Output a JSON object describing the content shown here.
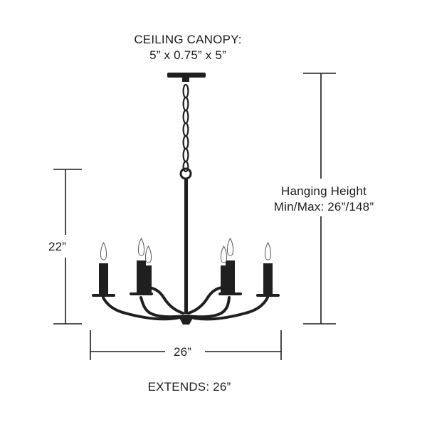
{
  "canopy": {
    "title": "CEILING CANOPY:",
    "dimensions": "5” x 0.75” x 5”"
  },
  "hanging_height": {
    "title": "Hanging Height",
    "dimensions": "Min/Max: 26”/148”"
  },
  "fixture_height": "22”",
  "fixture_width": "26”",
  "extends": "EXTENDS: 26”",
  "colors": {
    "fixture": "#1f1f1f",
    "dimension_lines": "#1c1c1c"
  }
}
